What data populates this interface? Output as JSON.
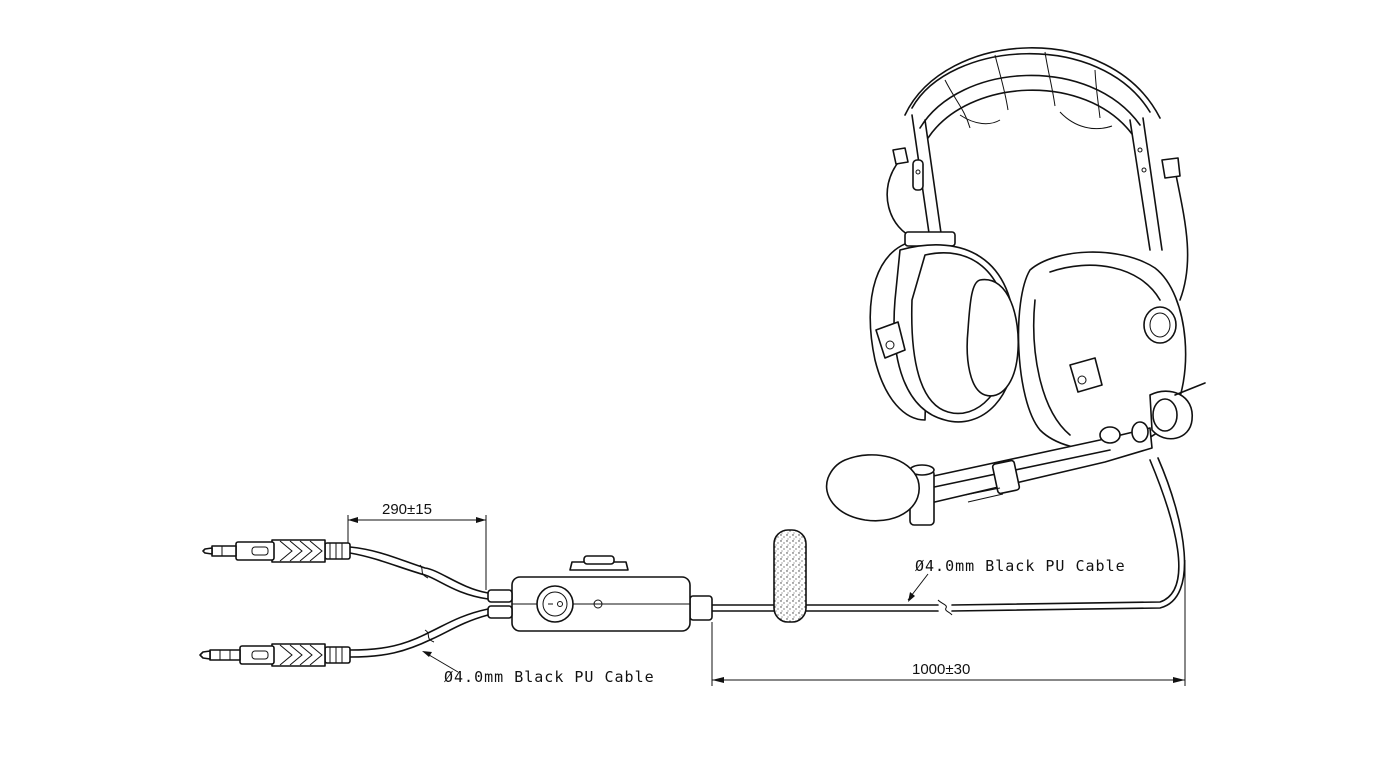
{
  "annotations": {
    "plug_split_length": "290±15",
    "main_cable_length": "1000±30",
    "main_cable_label": "Ø4.0mm Black PU Cable",
    "plug_cable_label": "Ø4.0mm Black PU Cable"
  },
  "colors": {
    "line": "#111111",
    "background": "#ffffff"
  }
}
